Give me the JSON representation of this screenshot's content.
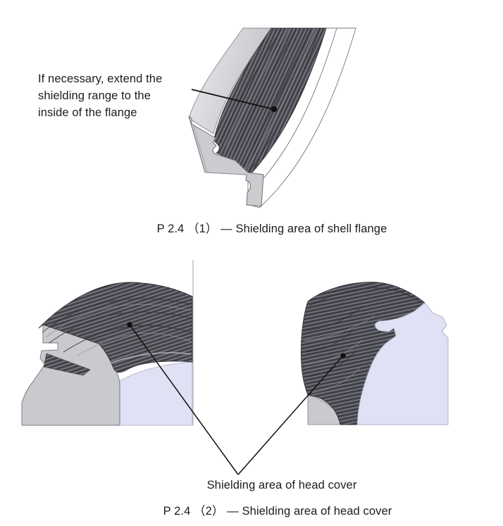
{
  "page": {
    "background": "#ffffff",
    "text_color": "#1c1c1c"
  },
  "figure1": {
    "annotation_lines": [
      "If necessary, extend the",
      "shielding range to the",
      "inside of the flange"
    ],
    "caption": "P 2.4 （1） — Shielding area of shell flange"
  },
  "figure2": {
    "label": "Shielding area of head cover",
    "caption": "P 2.4 （2） — Shielding area of head cover"
  },
  "colors": {
    "shield_dark": "#54545b",
    "metal_light": "#cbccd0",
    "metal_light2": "#c9cacd",
    "cut_face_lavender": "#e0e1f4",
    "outline": "#6f6f76",
    "leader_line": "#111111",
    "thin_arc": "#77777e",
    "divider": "#b4b4bc"
  }
}
